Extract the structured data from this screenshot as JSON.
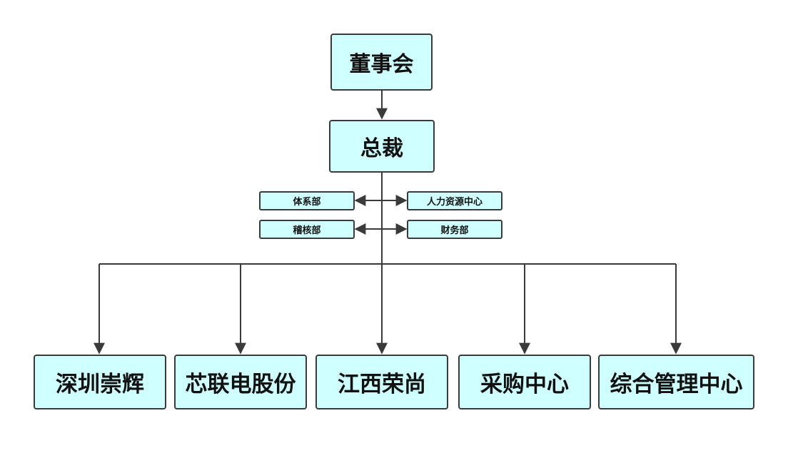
{
  "colors": {
    "box_fill": "#cfffff",
    "box_border": "#3a3a3a",
    "line": "#3a3a3a",
    "text": "#111111"
  },
  "top": {
    "board": "董事会",
    "president": "总裁"
  },
  "staff": {
    "left": [
      "体系部",
      "稽核部"
    ],
    "right": [
      "人力资源中心",
      "财务部"
    ]
  },
  "units": [
    "深圳崇辉",
    "芯联电股份",
    "江西荣尚",
    "采购中心",
    "综合管理中心"
  ]
}
